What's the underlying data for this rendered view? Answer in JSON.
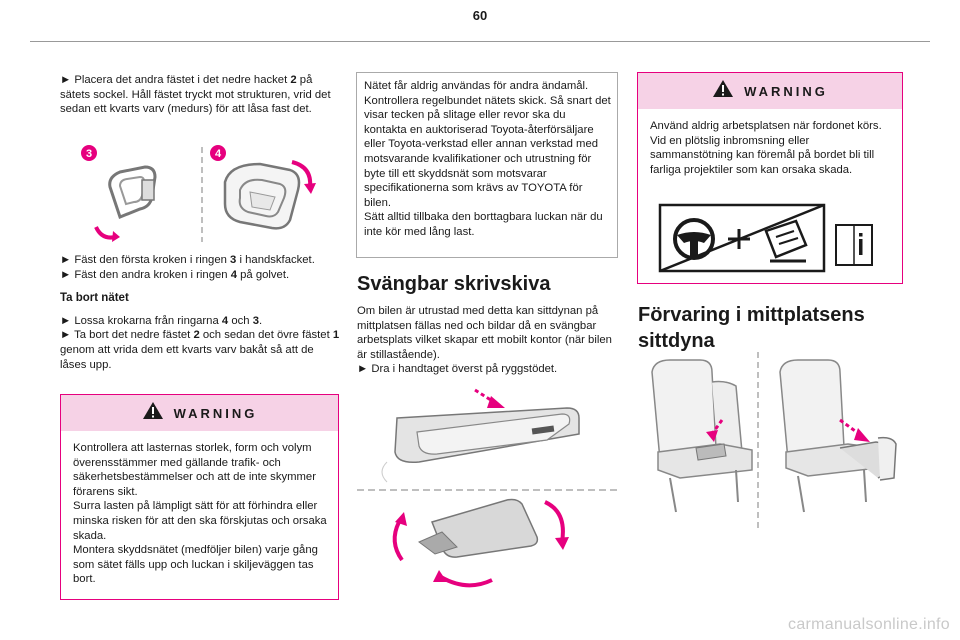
{
  "page_number": "60",
  "col1": {
    "para1_prefix": "► ",
    "para1_a": "Placera det andra fästet i det nedre hacket ",
    "para1_bold": "2",
    "para1_b": " på sätets sockel. Håll fästet tryckt mot strukturen, vrid det sedan ett kvarts varv (medurs) för att låsa fast det.",
    "img_label_3": "3",
    "img_label_4": "4",
    "step1_a": "► Fäst den första kroken i ringen ",
    "step1_bold": "3",
    "step1_b": " i handskfacket.",
    "step2_a": "► Fäst den andra kroken i ringen ",
    "step2_bold": "4",
    "step2_b": " på golvet.",
    "remove_heading": "Ta bort nätet",
    "step3_a": "► Lossa krokarna från ringarna ",
    "step3_bold1": "4",
    "step3_mid": " och ",
    "step3_bold2": "3",
    "step3_end": ".",
    "step4_a": "► Ta bort det nedre fästet ",
    "step4_bold1": "2",
    "step4_b": " och sedan det övre fästet ",
    "step4_bold2": "1",
    "step4_c": " genom att vrida dem ett kvarts varv bakåt så att de låses upp.",
    "warning": {
      "title": "WARNING",
      "text": "Kontrollera att lasternas storlek, form och volym överensstämmer med gällande trafik- och säkerhetsbestämmelser och att de inte skymmer förarens sikt.\nSurra lasten på lämpligt sätt för att förhindra eller minska risken för att den ska förskjutas och orsaka skada.\nMontera skyddsnätet (medföljer bilen) varje gång som sätet fälls upp och luckan i skiljeväggen tas bort."
    }
  },
  "col2": {
    "note_text": "Nätet får aldrig användas för andra ändamål. Kontrollera regelbundet nätets skick. Så snart det visar tecken på slitage eller revor ska du kontakta en auktoriserad Toyota-återförsäljare eller Toyota-verkstad eller annan verkstad med motsvarande kvalifikationer och utrustning för byte till ett skyddsnät som motsvarar specifikationerna som krävs av TOYOTA för bilen.\nSätt alltid tillbaka den borttagbara luckan när du inte kör med lång last.",
    "section_title": "Svängbar skrivskiva",
    "section_text": "Om bilen är utrustad med detta kan sittdynan på mittplatsen fällas ned och bildar då en svängbar arbetsplats vilket skapar ett mobilt kontor (när bilen är stillastående).",
    "section_step": "► Dra i handtaget överst på ryggstödet."
  },
  "col3": {
    "warning": {
      "title": "WARNING",
      "text": "Använd aldrig arbetsplatsen när fordonet körs.\nVid en plötslig inbromsning eller sammanstötning kan föremål på bordet bli till farliga projektiler som kan orsaka skada."
    },
    "section_title": "Förvaring i mittplatsens sittdyna"
  },
  "watermark": "carmanualsonline.info",
  "colors": {
    "accent": "#e6007e",
    "warn_bg": "#f6d2e6"
  }
}
